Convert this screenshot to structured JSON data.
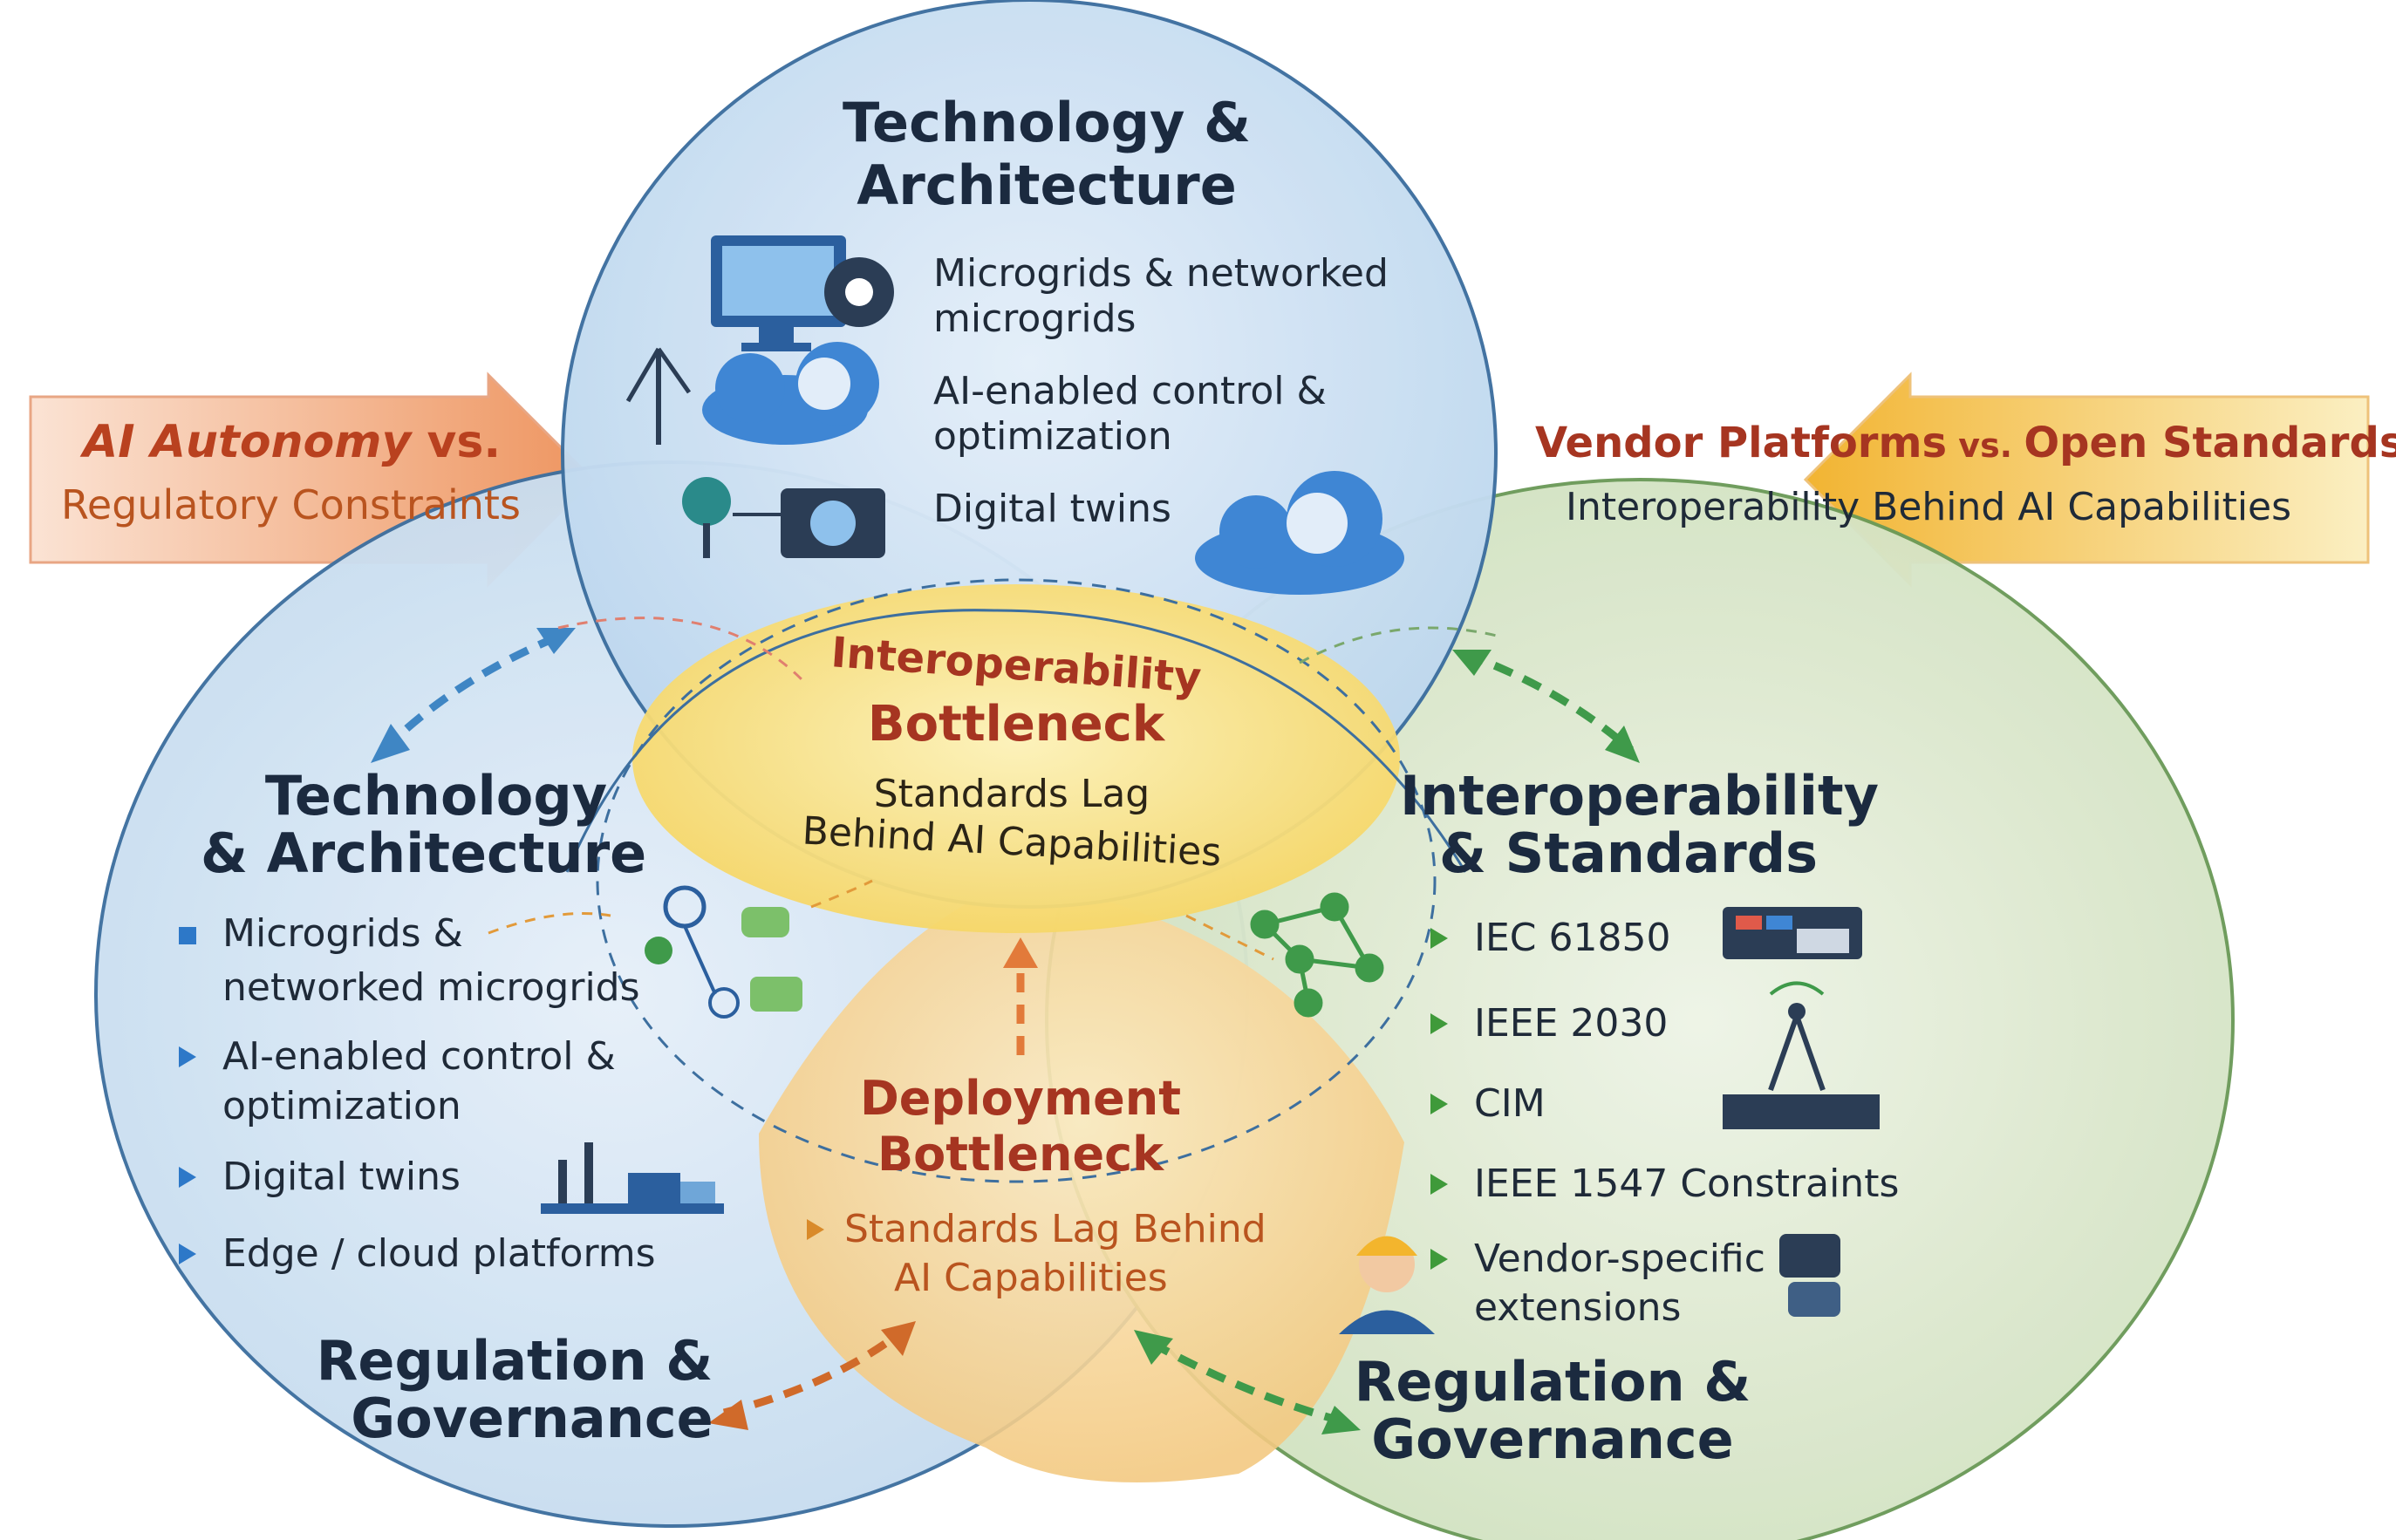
{
  "top": {
    "title_line1": "Technology &",
    "title_line2": "Architecture",
    "items": [
      "Microgrids & networked",
      "microgrids",
      "AI-enabled control &",
      "optimization",
      "Digital twins"
    ]
  },
  "left_arrow": {
    "line1_bold": "AI Autonomy",
    "line1_rest": " vs.",
    "line2": "Regulatory Constraints"
  },
  "right_arrow": {
    "line1_a": "Vendor Platforms",
    "line1_vs": " vs. ",
    "line1_b": "Open Standards",
    "line2": "Interoperability Behind AI Capabilities"
  },
  "center": {
    "title_line1": "Interoperability",
    "title_line2": "Bottleneck",
    "sub_line1": "Standards Lag",
    "sub_line2": "Behind AI Capabilities"
  },
  "left": {
    "title_line1": "Technology",
    "title_line2": "& Architecture",
    "items": [
      "Microgrids &",
      "networked microgrids",
      "AI-enabled control &",
      "optimization",
      "Digital twins",
      "Edge / cloud platforms"
    ],
    "footer_line1": "Regulation &",
    "footer_line2": "Governance"
  },
  "right": {
    "title_line1": "Interoperability",
    "title_line2": "& Standards",
    "items": [
      "IEC 61850",
      "IEEE 2030",
      "CIM",
      "IEEE 1547 Constraints",
      "Vendor-specific",
      "extensions"
    ],
    "footer_line1": "Regulation &",
    "footer_line2": "Governance"
  },
  "bottom": {
    "title_line1": "Deployment",
    "title_line2": "Bottleneck",
    "sub_line1": "Standards Lag Behind",
    "sub_line2": "AI Capabilities"
  },
  "colors": {
    "blue_circle": "#cfe2f3",
    "blue_edge": "#3d6f9f",
    "green_circle": "#dbe8cf",
    "green_edge": "#6b9a58",
    "center_yellow": "#f8df7a",
    "accent_red": "#a63521",
    "accent_orange": "#e27a3a"
  }
}
